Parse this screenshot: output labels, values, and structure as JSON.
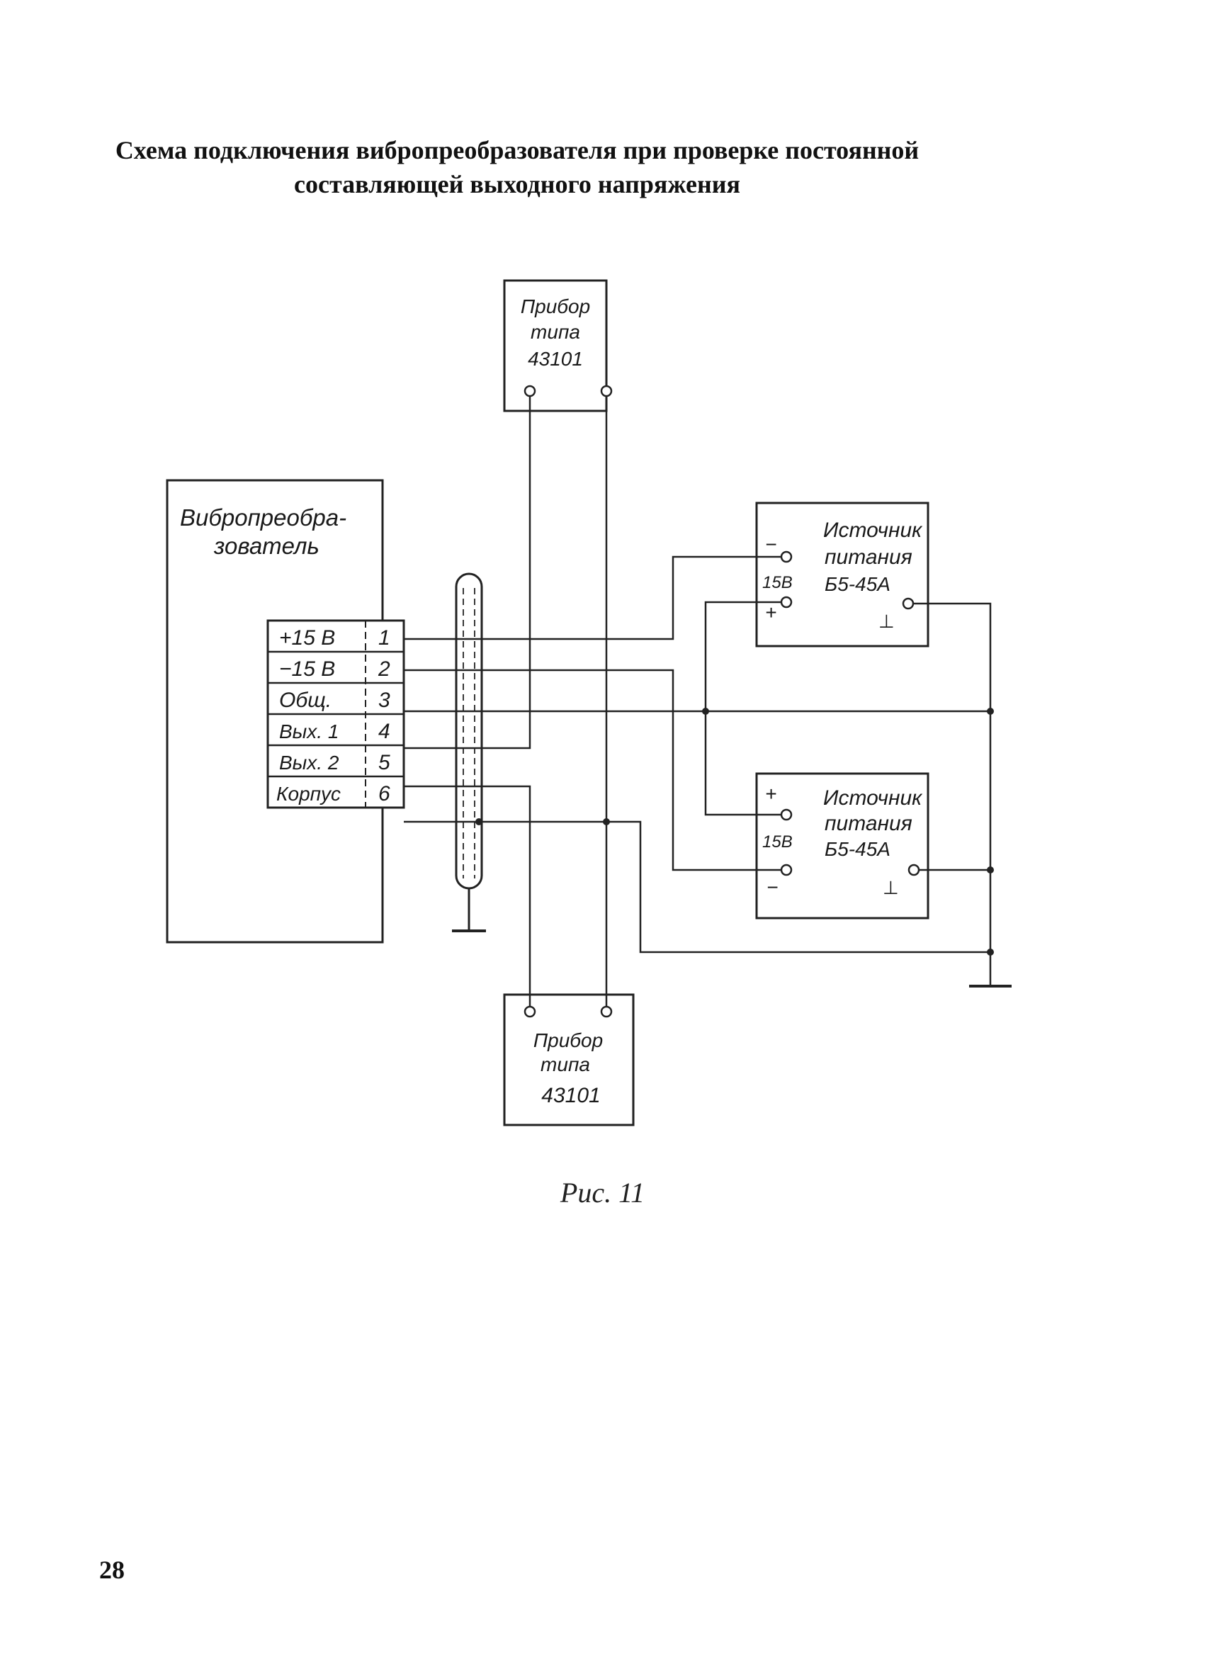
{
  "header": {
    "title_line1": "Схема подключения вибропреобразователя при проверке постоянной",
    "title_line2": "составляющей выходного напряжения"
  },
  "diagram": {
    "meter_top": {
      "line1": "Прибор",
      "line2": "типа",
      "line3": "43101"
    },
    "meter_bottom": {
      "line1": "Прибор",
      "line2": "типа",
      "line3": "43101"
    },
    "transducer": {
      "line1": "Вибропреобра-",
      "line2": "зователь",
      "pins": [
        {
          "label": "+15 В",
          "number": "1"
        },
        {
          "label": "−15 В",
          "number": "2"
        },
        {
          "label": "Общ.",
          "number": "3"
        },
        {
          "label": "Вых. 1",
          "number": "4"
        },
        {
          "label": "Вых. 2",
          "number": "5"
        },
        {
          "label": "Корпус",
          "number": "6"
        }
      ]
    },
    "supply_top": {
      "line1": "Источник",
      "line2": "питания",
      "line3": "Б5-45А",
      "minus": "−",
      "voltage": "15В",
      "plus": "+",
      "ground": "⊥"
    },
    "supply_bottom": {
      "line1": "Источник",
      "line2": "питания",
      "line3": "Б5-45А",
      "plus": "+",
      "voltage": "15В",
      "minus": "−",
      "ground": "⊥"
    }
  },
  "caption": "Рис. 11",
  "page_number": "28"
}
